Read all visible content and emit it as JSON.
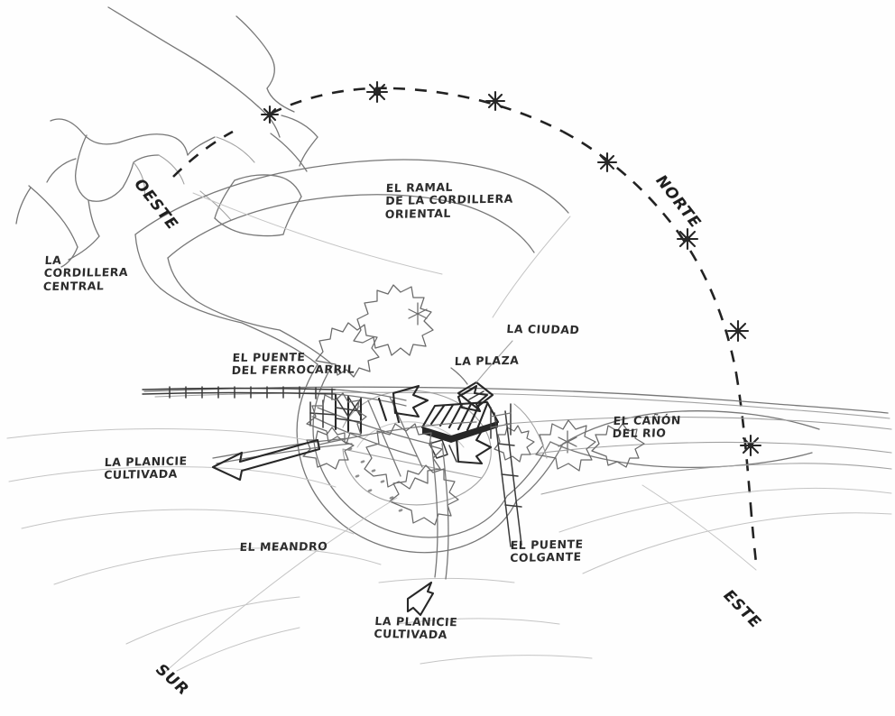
{
  "drawing": {
    "title": "Croquis urbano-geografico a mano alzada",
    "medium": "pencil-and-ink-sketch",
    "colors": {
      "paper": "#fefefe",
      "ink_dark": "#2c2c2c",
      "pencil_mid": "#6e6e6e",
      "pencil_light": "#9a9a9a",
      "pencil_faint": "#bdbdbd"
    }
  },
  "compass": {
    "north": "NORTE",
    "south": "SUR",
    "east": "ESTE",
    "west": "OESTE"
  },
  "labels": {
    "cordillera_central": "LA\nCORDILLERA\nCENTRAL",
    "ramal_oriental": "EL RAMAL\nDE LA CORDILLERA\nORIENTAL",
    "puente_ferrocarril": "EL PUENTE\nDEL FERROCARRIL",
    "ciudad": "LA CIUDAD",
    "plaza": "LA PLAZA",
    "canon_del_rio": "EL CAÑÓN\nDEL RIO",
    "planicie_oeste": "LA PLANICIE\nCULTIVADA",
    "planicie_sur": "LA PLANICIE\nCULTIVADA",
    "meandro": "EL MEANDRO",
    "puente_colgante": "EL PUENTE\nCOLGANTE"
  },
  "markers": {
    "star_count": 8,
    "arrow_count": 5,
    "dashed_arc": "limite-punteado-norte-este"
  }
}
